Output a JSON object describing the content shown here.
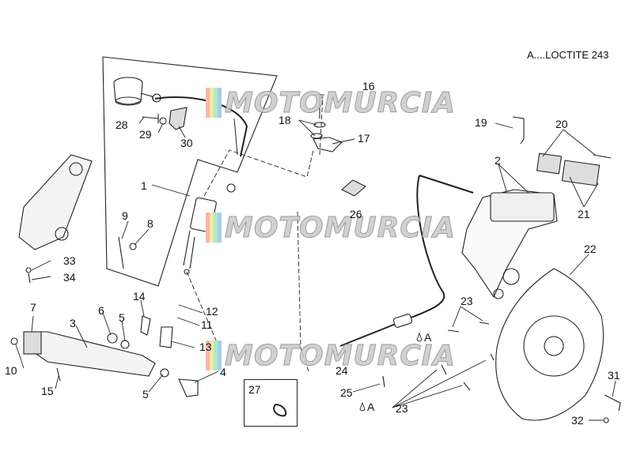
{
  "legend_text": "A....LOCTITE 243",
  "watermark": {
    "text": "MOTOMURCIA",
    "bar_colors": [
      "#f5b7b1",
      "#f9e79f",
      "#abebc6",
      "#a9cce3"
    ]
  },
  "callouts": {
    "n1": "1",
    "n2": "2",
    "n3": "3",
    "n4": "4",
    "n5a": "5",
    "n5b": "5",
    "n6": "6",
    "n7": "7",
    "n8": "8",
    "n9": "9",
    "n10": "10",
    "n11": "11",
    "n12": "12",
    "n13": "13",
    "n14": "14",
    "n15": "15",
    "n16": "16",
    "n17": "17",
    "n18": "18",
    "n19": "19",
    "n20": "20",
    "n21": "21",
    "n22": "22",
    "n23a": "23",
    "n23b": "23",
    "n24": "24",
    "n25": "25",
    "n26": "26",
    "n27": "27",
    "n28": "28",
    "n29": "29",
    "n30": "30",
    "n31": "31",
    "n32": "32",
    "n33": "33",
    "n34": "34"
  },
  "loctite_marks": {
    "m1": "A",
    "m2": "A"
  }
}
